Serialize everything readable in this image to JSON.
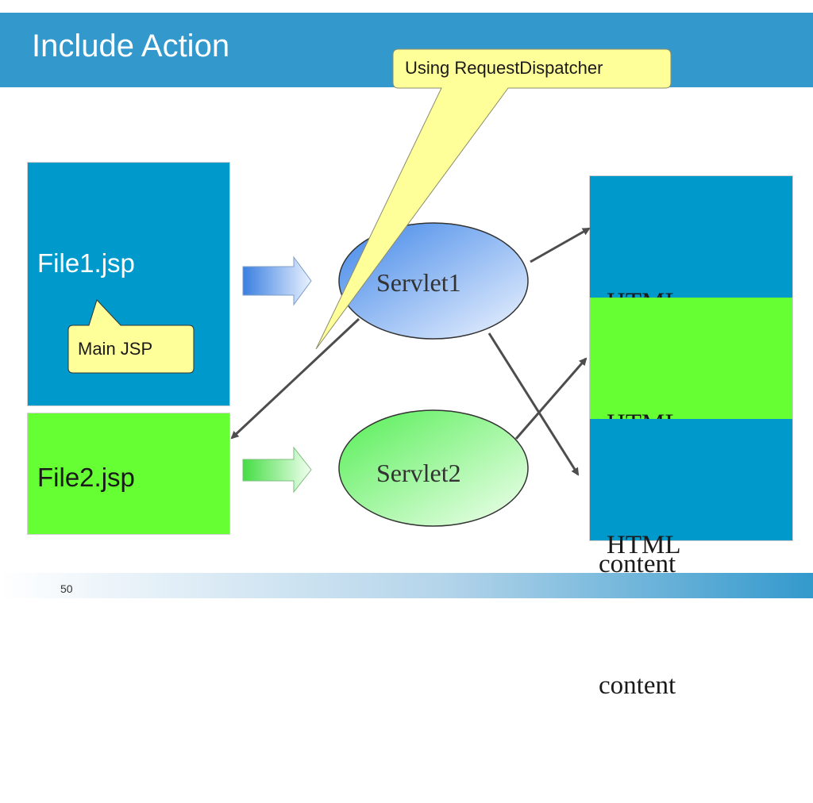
{
  "slide": {
    "title": "Include Action",
    "page_number": "50"
  },
  "files": [
    {
      "label": "File1.jsp",
      "color": "#0099cc"
    },
    {
      "label": "File2.jsp",
      "color": "#66ff33"
    }
  ],
  "servlets": [
    {
      "label": "Servlet1"
    },
    {
      "label": "Servlet2"
    }
  ],
  "html_blocks": [
    {
      "line1": "HTML",
      "line2": "content",
      "color": "#0099cc"
    },
    {
      "line1": "HTML",
      "line2": "content",
      "color": "#66ff33"
    },
    {
      "line1": "HTML",
      "line2": "content",
      "color": "#0099cc"
    }
  ],
  "callouts": {
    "dispatcher": "Using RequestDispatcher",
    "main_jsp": "Main JSP"
  },
  "colors": {
    "header": "#3399cc",
    "callout_fill": "#ffff99",
    "arrow_line": "#4d4d4d"
  }
}
